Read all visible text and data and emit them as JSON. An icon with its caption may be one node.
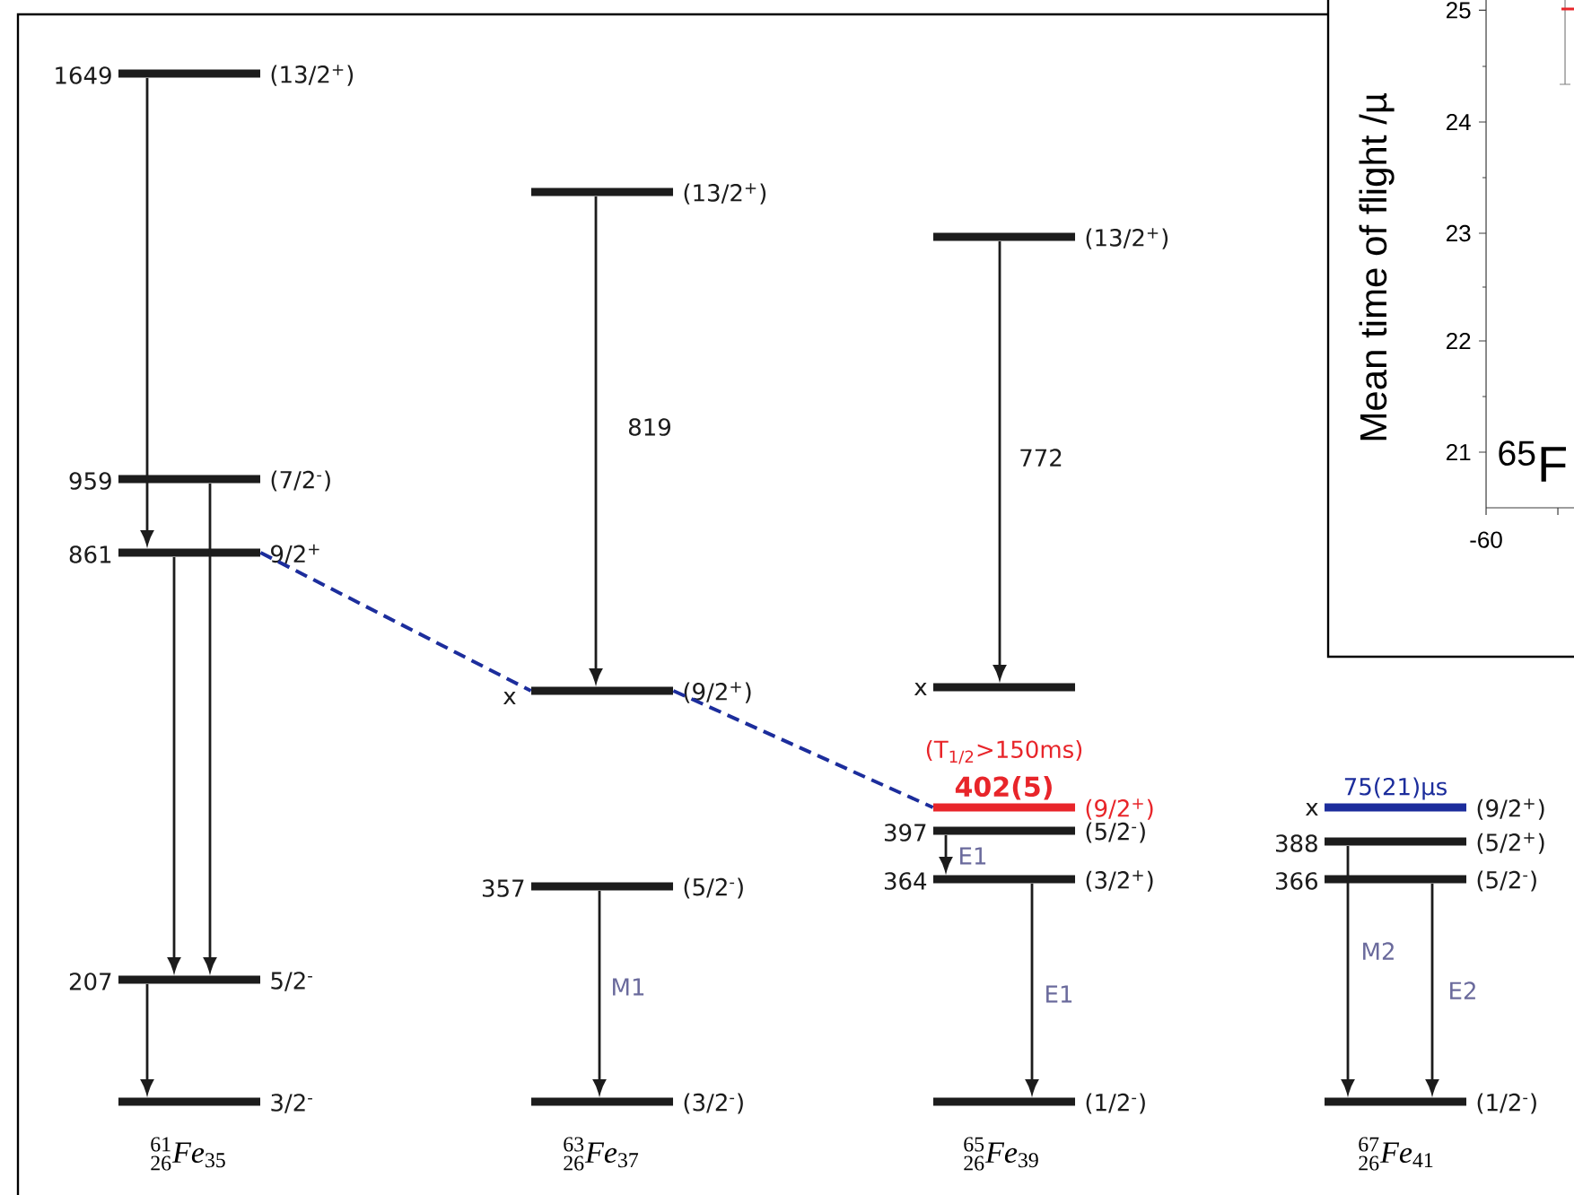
{
  "diagram": {
    "nodes": [
      {
        "text": [
          "1649",
          "(13/2$^{+}$)"
        ]
      },
      {
        "text": [
          "959",
          "(7/2$^{-}$)"
        ]
      },
      {
        "text": [
          "861",
          "9/2$^{+}$"
        ]
      },
      {
        "text": [
          "207",
          "5/2$^{-}$"
        ]
      },
      {
        "text": [
          "3/2$^{-}$"
        ]
      },
      {
        "text": [
          "(13/2$^{+}$)"
        ]
      },
      {
        "text": [
          "x",
          "(9/2$^{+}$)"
        ]
      },
      {
        "text": [
          "357",
          "(5/2$^{-}$)"
        ]
      },
      {
        "text": [
          "(3/2$^{-}$)"
        ]
      },
      {
        "text": [
          "(13/2$^{+}$)"
        ]
      },
      {
        "text": [
          "x"
        ]
      },
      {
        "text": [
          "402(5)",
          "(9/2$^{+}$)"
        ],
        "beside": [
          "(T$_{1/2}$>150ms)"
        ]
      },
      {
        "text": [
          "397",
          "(5/2$^{-}$)"
        ]
      },
      {
        "text": [
          "364",
          "(3/2$^{+}$)"
        ]
      },
      {
        "text": [
          "(1/2$^{-}$)"
        ]
      },
      {
        "text": [
          "x",
          "(9/2$^{+}$)"
        ],
        "beside": [
          "75(21)µs"
        ]
      },
      {
        "text": [
          "388",
          "(5/2$^{+}$)"
        ]
      },
      {
        "text": [
          "366",
          "(5/2$^{-}$)"
        ]
      },
      {
        "text": [
          "(1/2$^{-}$)"
        ]
      }
    ],
    "edges": [
      {
        "from": 0,
        "to": 2,
        "arrow": "to"
      },
      {
        "from": 1,
        "to": 3,
        "arrow": "to"
      },
      {
        "from": 2,
        "to": 3,
        "arrow": "to"
      },
      {
        "from": 3,
        "to": 4,
        "arrow": "to"
      },
      {
        "from": 5,
        "to": 6,
        "arrow": "to",
        "label": "819"
      },
      {
        "from": 7,
        "to": 8,
        "arrow": "to",
        "label": "M1"
      },
      {
        "from": 9,
        "to": 10,
        "arrow": "to",
        "label": "772"
      },
      {
        "from": 12,
        "to": 13,
        "arrow": "to",
        "label": "E1"
      },
      {
        "from": 13,
        "to": 14,
        "arrow": "to",
        "label": "E1"
      },
      {
        "from": 16,
        "to": 18,
        "arrow": "to",
        "label": "M2"
      },
      {
        "from": 17,
        "to": 18,
        "arrow": "to",
        "label": "E2"
      },
      {
        "from": 2,
        "to": 6,
        "arrow": "none",
        "style": "dashed",
        "color": "#1c2d9c"
      },
      {
        "from": 6,
        "to": 11,
        "arrow": "none",
        "style": "dashed",
        "color": "#1c2d9c"
      }
    ],
    "labels": [
      "Mean time of flight /µ",
      "25",
      "24",
      "23",
      "22",
      "21",
      "$^{65}$F",
      "-60",
      "{}^{61}_{26}Fe_{35}",
      "{}^{63}_{26}Fe_{37}",
      "{}^{65}_{26}Fe_{39}",
      "{}^{67}_{26}Fe_{41}"
    ]
  }
}
